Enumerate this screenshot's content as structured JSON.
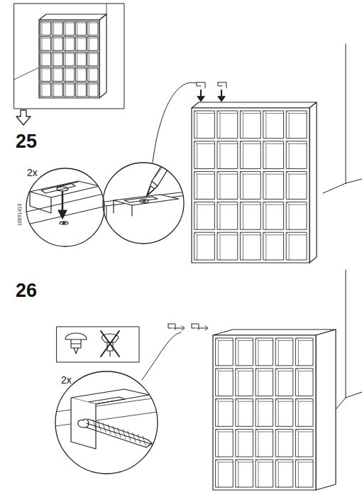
{
  "diagram": {
    "labels": [
      "25",
      "2x",
      "10091413",
      "26",
      "2x"
    ]
  }
}
